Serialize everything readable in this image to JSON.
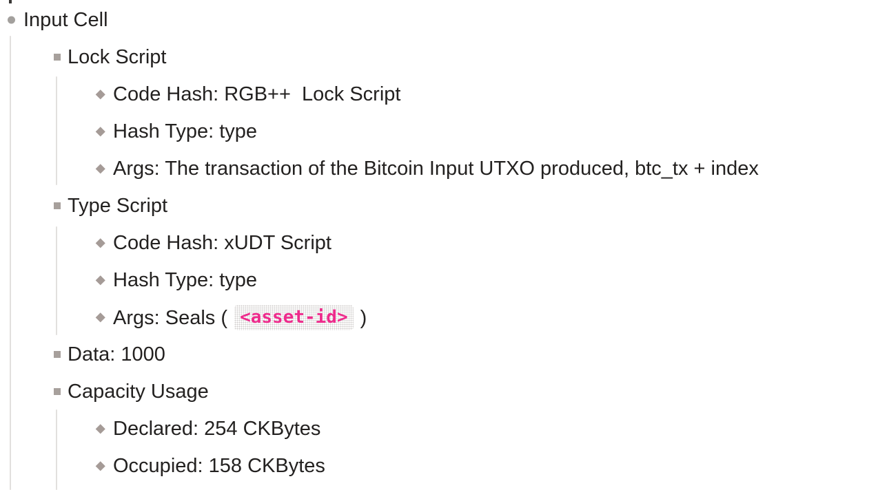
{
  "colors": {
    "background": "#ffffff",
    "text": "#232120",
    "guide_line": "#e2e0de",
    "bullet_gray": "#a3a09d",
    "inline_code_accent": "#ee2b8c"
  },
  "outline": {
    "rows": [
      {
        "level": 1,
        "bullet": "circle",
        "text": "Input Cell"
      },
      {
        "level": 2,
        "bullet": "square",
        "text": "Lock Script"
      },
      {
        "level": 3,
        "bullet": "diamond",
        "text": "Code Hash: RGB++  Lock Script"
      },
      {
        "level": 3,
        "bullet": "diamond",
        "text": "Hash Type: type"
      },
      {
        "level": 3,
        "bullet": "diamond",
        "text": "Args: The transaction of the Bitcoin Input UTXO produced, btc_tx + index"
      },
      {
        "level": 2,
        "bullet": "square",
        "text": "Type Script"
      },
      {
        "level": 3,
        "bullet": "diamond",
        "text": "Code Hash: xUDT Script"
      },
      {
        "level": 3,
        "bullet": "diamond",
        "text": "Hash Type: type"
      },
      {
        "level": 3,
        "bullet": "diamond",
        "pre": "Args: Seals ( ",
        "code": "<asset-id>",
        "post": " )"
      },
      {
        "level": 2,
        "bullet": "square",
        "text": "Data: 1000"
      },
      {
        "level": 2,
        "bullet": "square",
        "text": "Capacity Usage"
      },
      {
        "level": 3,
        "bullet": "diamond",
        "text": "Declared: 254 CKBytes"
      },
      {
        "level": 3,
        "bullet": "diamond",
        "text": "Occupied: 158 CKBytes"
      }
    ]
  }
}
